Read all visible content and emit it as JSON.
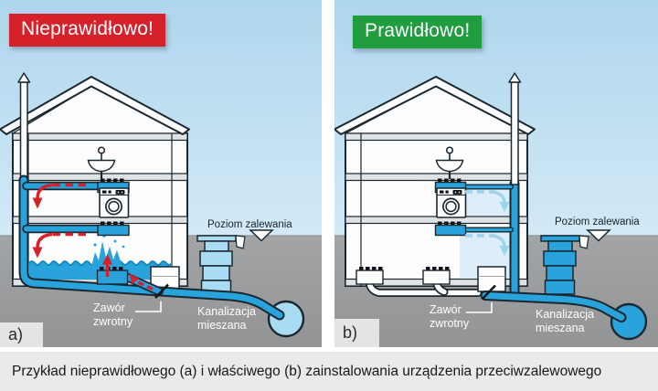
{
  "colors": {
    "red": "#d6212b",
    "green": "#1f9d3f",
    "water": "#29a3dc",
    "light": "#a9dcf3"
  },
  "caption": "Przykład nieprawidłowego (a) i właściwego (b) zainstalowania urządzenia przeciwzalewowego",
  "panel_a": {
    "letter": "a)",
    "banner": "Nieprawidłowo!",
    "flood_level_label": "Poziom zalewania",
    "check_valve_line1": "Zawór",
    "check_valve_line2": "zwrotny",
    "sewer_line1": "Kanalizacja",
    "sewer_line2": "mieszana"
  },
  "panel_b": {
    "letter": "b)",
    "banner": "Prawidłowo!",
    "flood_level_label": "Poziom zalewania",
    "check_valve_line1": "Zawór",
    "check_valve_line2": "zwrotny",
    "sewer_line1": "Kanalizacja",
    "sewer_line2": "mieszana"
  }
}
